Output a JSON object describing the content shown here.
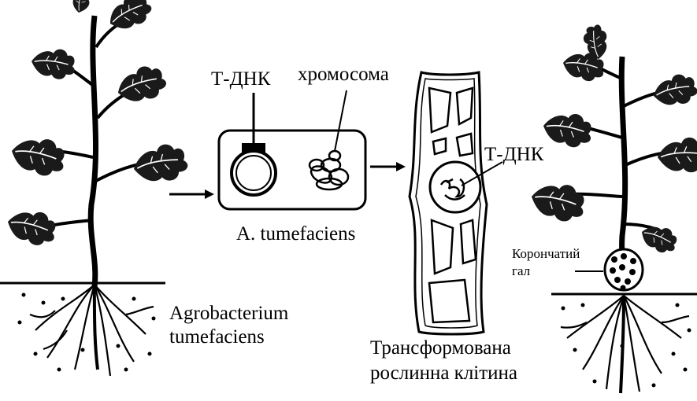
{
  "labels": {
    "tdna_plasmid": "Т-ДНК",
    "chromosome": "хромосома",
    "bacterium_name": "A. tumefaciens",
    "agrobacterium_line1": "Agrobacterium",
    "agrobacterium_line2": "tumefaciens",
    "tdna_cell": "Т-ДНК",
    "transformed_line1": "Трансформована",
    "transformed_line2": "рослинна клітина",
    "crown_gall_line1": "Корончатий",
    "crown_gall_line2": "гал"
  }
}
